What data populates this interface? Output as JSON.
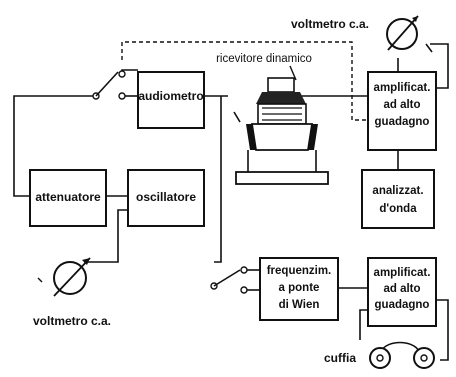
{
  "labels": {
    "voltmeter_top": "voltmetro c.a.",
    "dynamic_receiver": "ricevitore dinamico",
    "audiometer": "audiometro",
    "amp_top": [
      "amplificat.",
      "ad alto",
      "guadagno"
    ],
    "wave_analyzer": [
      "analizzat.",
      "d'onda"
    ],
    "attenuator": "attenuatore",
    "oscillator": "oscillatore",
    "wien_bridge": [
      "frequenzim.",
      "a ponte",
      "di Wien"
    ],
    "amp_bottom": [
      "amplificat.",
      "ad alto",
      "guadagno"
    ],
    "voltmeter_bottom": "voltmetro c.a.",
    "headphones": "cuffia"
  }
}
